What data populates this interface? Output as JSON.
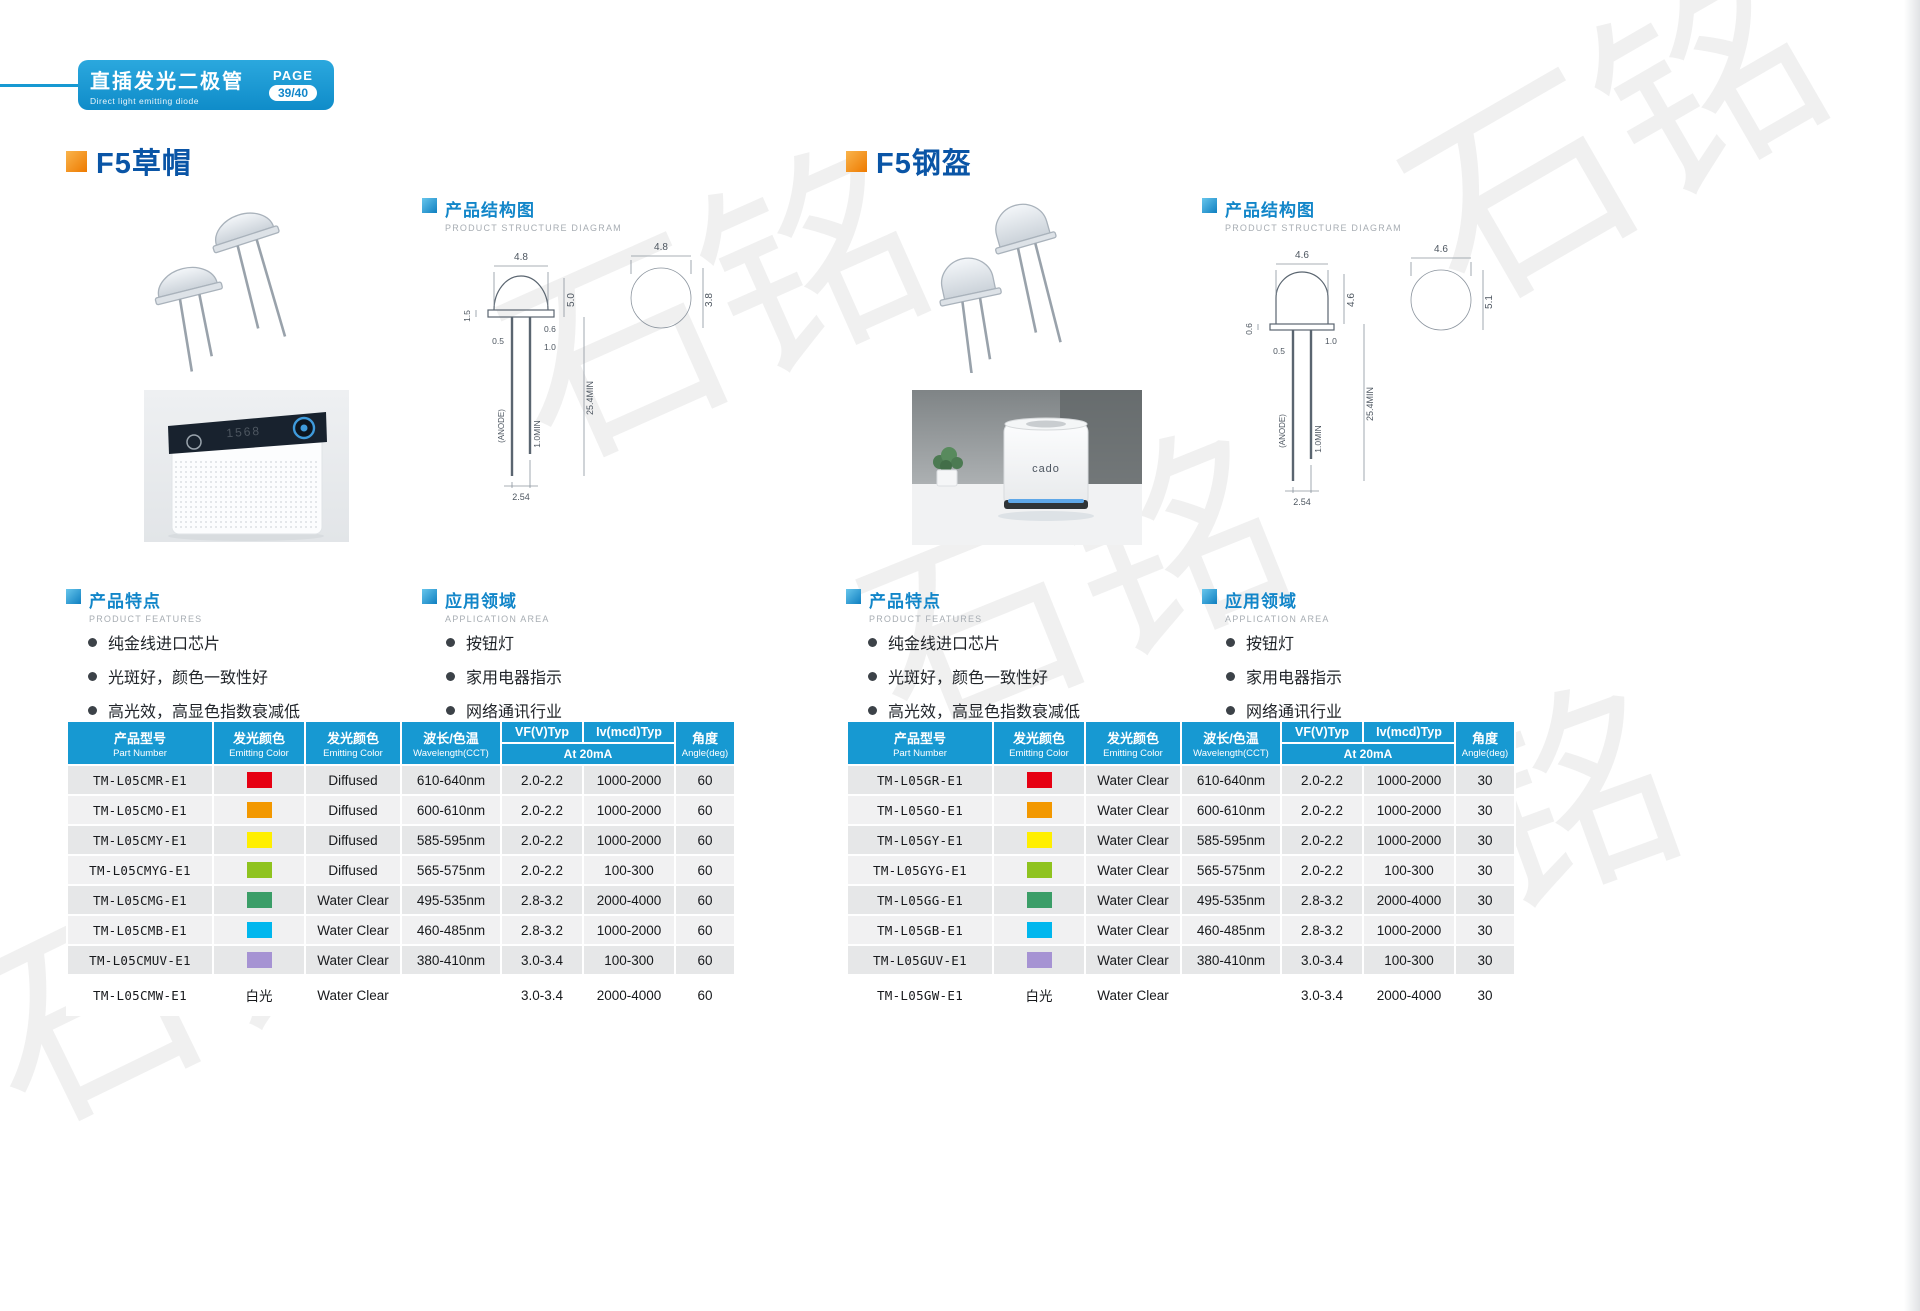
{
  "header": {
    "title_cn": "直插发光二极管",
    "title_en": "Direct light emitting diode",
    "page_label": "PAGE",
    "page_number": "39/40"
  },
  "watermark": "石铭",
  "colors": {
    "accent_blue": "#1799d2",
    "title_blue": "#0a55a6",
    "accent_orange": "#ee7a00",
    "table_header": "#1799d2"
  },
  "table_header": {
    "part_cn": "产品型号",
    "part_en": "Part Number",
    "color_cn": "发光颜色",
    "color_en": "Emitting Color",
    "color2_cn": "发光颜色",
    "color2_en": "Emitting Color",
    "wave_cn": "波长/色温",
    "wave_en": "Wavelength(CCT)",
    "vf": "VF(V)Typ",
    "iv": "Iv(mcd)Typ",
    "at": "At 20mA",
    "angle_cn": "角度",
    "angle_en": "Angle(deg)"
  },
  "photo_texts": {
    "purifier_display": "1568",
    "humidifier_brand": "cado"
  },
  "left": {
    "title": "F5草帽",
    "structure": {
      "cn": "产品结构图",
      "en": "PRODUCT STRUCTURE DIAGRAM"
    },
    "features": {
      "cn": "产品特点",
      "en": "PRODUCT FEATURES",
      "items": [
        "纯金线进口芯片",
        "光斑好，颜色一致性好",
        "高光效，高显色指数衰减低"
      ]
    },
    "applications": {
      "cn": "应用领域",
      "en": "APPLICATION AREA",
      "items": [
        "按钮灯",
        "家用电器指示",
        "网络通讯行业"
      ]
    },
    "diagram": {
      "top_width": "4.8",
      "side_height": "5.0",
      "flange": "1.5",
      "lead_w": "0.6",
      "dim_05": "0.5",
      "dim_10": "1.0",
      "lead_len": "25.4MIN",
      "lead_min": "1.0MIN",
      "anode": "(ANODE)",
      "pitch": "2.54",
      "circle_w": "4.8",
      "circle_h": "3.8"
    },
    "table_rows": [
      {
        "part": "TM-L05CMR-E1",
        "swatch": "#e60012",
        "finish": "Diffused",
        "wavelength": "610-640nm",
        "vf": "2.0-2.2",
        "iv": "1000-2000",
        "angle": "60"
      },
      {
        "part": "TM-L05CMO-E1",
        "swatch": "#f39800",
        "finish": "Diffused",
        "wavelength": "600-610nm",
        "vf": "2.0-2.2",
        "iv": "1000-2000",
        "angle": "60"
      },
      {
        "part": "TM-L05CMY-E1",
        "swatch": "#ffef00",
        "finish": "Diffused",
        "wavelength": "585-595nm",
        "vf": "2.0-2.2",
        "iv": "1000-2000",
        "angle": "60"
      },
      {
        "part": "TM-L05CMYG-E1",
        "swatch": "#8fc31f",
        "finish": "Diffused",
        "wavelength": "565-575nm",
        "vf": "2.0-2.2",
        "iv": "100-300",
        "angle": "60"
      },
      {
        "part": "TM-L05CMG-E1",
        "swatch": "#3b9e68",
        "finish": "Water Clear",
        "wavelength": "495-535nm",
        "vf": "2.8-3.2",
        "iv": "2000-4000",
        "angle": "60"
      },
      {
        "part": "TM-L05CMB-E1",
        "swatch": "#00b7ee",
        "finish": "Water Clear",
        "wavelength": "460-485nm",
        "vf": "2.8-3.2",
        "iv": "1000-2000",
        "angle": "60"
      },
      {
        "part": "TM-L05CMUV-E1",
        "swatch": "#a693d3",
        "finish": "Water Clear",
        "wavelength": "380-410nm",
        "vf": "3.0-3.4",
        "iv": "100-300",
        "angle": "60"
      },
      {
        "part": "TM-L05CMW-E1",
        "swatch_text": "白光",
        "finish": "Water Clear",
        "wavelength": "",
        "vf": "3.0-3.4",
        "iv": "2000-4000",
        "angle": "60"
      }
    ]
  },
  "right": {
    "title": "F5钢盔",
    "structure": {
      "cn": "产品结构图",
      "en": "PRODUCT STRUCTURE DIAGRAM"
    },
    "features": {
      "cn": "产品特点",
      "en": "PRODUCT FEATURES",
      "items": [
        "纯金线进口芯片",
        "光斑好，颜色一致性好",
        "高光效，高显色指数衰减低"
      ]
    },
    "applications": {
      "cn": "应用领域",
      "en": "APPLICATION AREA",
      "items": [
        "按钮灯",
        "家用电器指示",
        "网络通讯行业"
      ]
    },
    "diagram": {
      "top_width": "4.6",
      "side_height": "4.6",
      "flange": "0.6",
      "dim_10": "1.0",
      "dim_05": "0.5",
      "lead_len": "25.4MIN",
      "lead_min": "1.0MIN",
      "anode": "(ANODE)",
      "pitch": "2.54",
      "circle_w": "4.6",
      "circle_h": "5.1"
    },
    "table_rows": [
      {
        "part": "TM-L05GR-E1",
        "swatch": "#e60012",
        "finish": "Water Clear",
        "wavelength": "610-640nm",
        "vf": "2.0-2.2",
        "iv": "1000-2000",
        "angle": "30"
      },
      {
        "part": "TM-L05GO-E1",
        "swatch": "#f39800",
        "finish": "Water Clear",
        "wavelength": "600-610nm",
        "vf": "2.0-2.2",
        "iv": "1000-2000",
        "angle": "30"
      },
      {
        "part": "TM-L05GY-E1",
        "swatch": "#ffef00",
        "finish": "Water Clear",
        "wavelength": "585-595nm",
        "vf": "2.0-2.2",
        "iv": "1000-2000",
        "angle": "30"
      },
      {
        "part": "TM-L05GYG-E1",
        "swatch": "#8fc31f",
        "finish": "Water Clear",
        "wavelength": "565-575nm",
        "vf": "2.0-2.2",
        "iv": "100-300",
        "angle": "30"
      },
      {
        "part": "TM-L05GG-E1",
        "swatch": "#3b9e68",
        "finish": "Water Clear",
        "wavelength": "495-535nm",
        "vf": "2.8-3.2",
        "iv": "2000-4000",
        "angle": "30"
      },
      {
        "part": "TM-L05GB-E1",
        "swatch": "#00b7ee",
        "finish": "Water Clear",
        "wavelength": "460-485nm",
        "vf": "2.8-3.2",
        "iv": "1000-2000",
        "angle": "30"
      },
      {
        "part": "TM-L05GUV-E1",
        "swatch": "#a693d3",
        "finish": "Water Clear",
        "wavelength": "380-410nm",
        "vf": "3.0-3.4",
        "iv": "100-300",
        "angle": "30"
      },
      {
        "part": "TM-L05GW-E1",
        "swatch_text": "白光",
        "finish": "Water Clear",
        "wavelength": "",
        "vf": "3.0-3.4",
        "iv": "2000-4000",
        "angle": "30"
      }
    ]
  }
}
